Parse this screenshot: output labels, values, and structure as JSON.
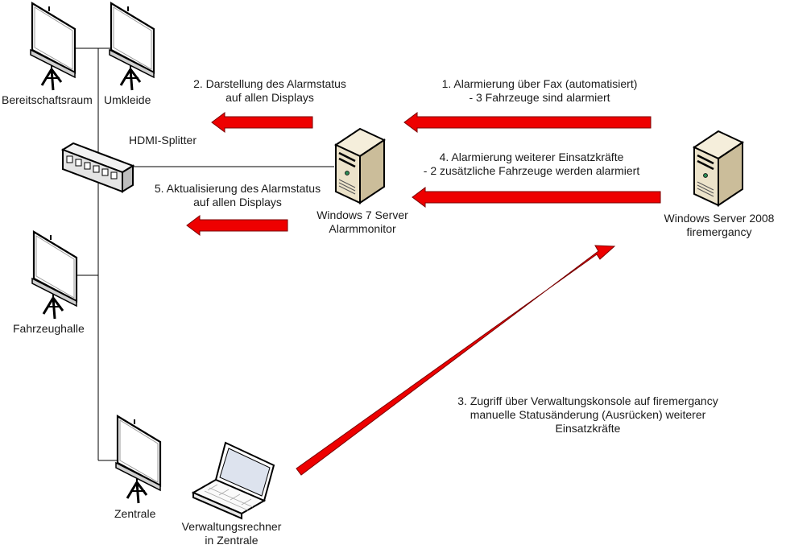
{
  "title": "Alarmmonitor Netzwerkdiagramm",
  "colors": {
    "arrow_fill": "#ee0000",
    "arrow_stroke": "#7a0000",
    "line": "#000000",
    "server_body": "#e9e1cc",
    "server_side": "#c9bb98",
    "server_led": "#2e8b57",
    "screen_fill": "#ffffff",
    "laptop_screen": "#dde3ee"
  },
  "displays": [
    {
      "id": "bereitschaftsraum",
      "label": "Bereitschaftsraum",
      "icon": "projector-screen-icon"
    },
    {
      "id": "umkleide",
      "label": "Umkleide",
      "icon": "projector-screen-icon"
    },
    {
      "id": "fahrzeughalle",
      "label": "Fahrzeughalle",
      "icon": "projector-screen-icon"
    },
    {
      "id": "zentrale",
      "label": "Zentrale",
      "icon": "projector-screen-icon"
    }
  ],
  "splitter": {
    "label": "HDMI-Splitter",
    "icon": "hdmi-splitter-icon"
  },
  "alarm_server": {
    "line1": "Windows 7 Server",
    "line2": "Alarmmonitor",
    "icon": "server-tower-icon"
  },
  "main_server": {
    "line1": "Windows Server 2008",
    "line2": "firemergancy",
    "icon": "server-tower-icon"
  },
  "admin_pc": {
    "line1": "Verwaltungsrechner",
    "line2": "in Zentrale",
    "icon": "laptop-icon"
  },
  "steps": [
    {
      "id": "step1",
      "line1": "1. Alarmierung über Fax (automatisiert)",
      "line2": "- 3 Fahrzeuge sind alarmiert",
      "direction": "left"
    },
    {
      "id": "step2",
      "line1": "2. Darstellung des Alarmstatus",
      "line2": "auf allen Displays",
      "direction": "left"
    },
    {
      "id": "step3",
      "line1": "3. Zugriff über Verwaltungskonsole auf firemergancy",
      "line2": "manuelle Statusänderung (Ausrücken) weiterer",
      "line3": "Einsatzkräfte",
      "direction": "up-right"
    },
    {
      "id": "step4",
      "line1": "4. Alarmierung weiterer Einsatzkräfte",
      "line2": "- 2 zusätzliche Fahrzeuge werden alarmiert",
      "direction": "left"
    },
    {
      "id": "step5",
      "line1": "5. Aktualisierung des Alarmstatus",
      "line2": "auf allen Displays",
      "direction": "left"
    }
  ]
}
